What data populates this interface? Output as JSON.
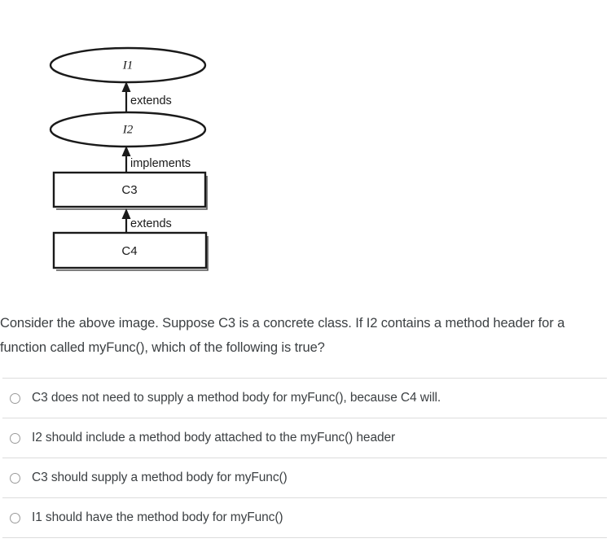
{
  "diagram": {
    "title": "inheritance-hierarchy",
    "nodes": [
      {
        "id": "I1",
        "label": "I1",
        "shape": "ellipse"
      },
      {
        "id": "I2",
        "label": "I2",
        "shape": "ellipse"
      },
      {
        "id": "C3",
        "label": "C3",
        "shape": "rectangle"
      },
      {
        "id": "C4",
        "label": "C4",
        "shape": "rectangle"
      }
    ],
    "edges": [
      {
        "from": "I2",
        "to": "I1",
        "label": "extends"
      },
      {
        "from": "C3",
        "to": "I2",
        "label": "implements"
      },
      {
        "from": "C4",
        "to": "C3",
        "label": "extends"
      }
    ]
  },
  "question": {
    "text": "Consider the above image. Suppose C3 is a concrete class. If I2 contains a method header for a function called myFunc(), which of the following is true?"
  },
  "options": [
    {
      "id": "option-1",
      "label": "C3 does not need to supply a method body for myFunc(), because C4 will.",
      "selected": false
    },
    {
      "id": "option-2",
      "label": "I2 should include a method body attached to the myFunc() header",
      "selected": false
    },
    {
      "id": "option-3",
      "label": "C3 should supply a method body for myFunc()",
      "selected": false
    },
    {
      "id": "option-4",
      "label": "I1 should have the method body for myFunc()",
      "selected": false
    }
  ],
  "colors": {
    "text": "#3c4043",
    "diagram_stroke": "#1a1a1a",
    "divider": "#dcdcdc",
    "radio_border": "#9a9a9a"
  }
}
